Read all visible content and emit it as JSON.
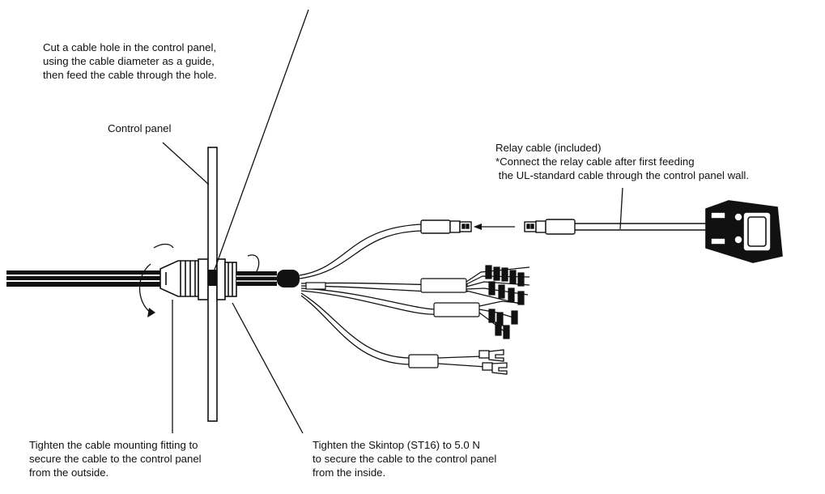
{
  "notes": {
    "cut_hole": [
      "Cut a cable hole in the control panel,",
      "using the cable diameter as a guide,",
      "then feed the cable through the hole."
    ],
    "control_panel": "Control panel",
    "relay_cable": [
      "Relay cable (included)",
      "*Connect the relay cable after first feeding",
      " the UL-standard cable through the control panel wall."
    ],
    "mounting_fitting": [
      "Tighten the cable mounting fitting to",
      "secure the cable to the control panel",
      "from the outside."
    ],
    "skintop": [
      "Tighten the Skintop (ST16) to 5.0 N",
      "to secure the cable to the control panel",
      "from the inside."
    ]
  },
  "colors": {
    "ink": "#111111",
    "background": "#ffffff"
  }
}
